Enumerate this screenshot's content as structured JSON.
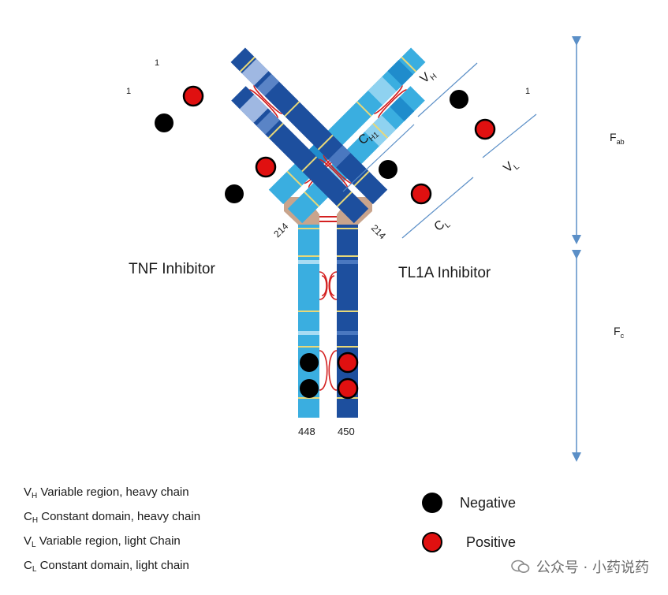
{
  "left_arm_label": "TNF Inhibitor",
  "right_arm_label": "TL1A Inhibitor",
  "residues": {
    "left_light_start": "1",
    "left_heavy_start": "1",
    "left_light_end": "214",
    "right_heavy_start": "1",
    "right_light_end": "214",
    "left_heavy_end": "448",
    "right_heavy_end": "450"
  },
  "region_labels": {
    "vh": {
      "main": "V",
      "sub": "H"
    },
    "ch1": {
      "main": "C",
      "sub": "H1"
    },
    "vl": {
      "main": "V",
      "sub": "L"
    },
    "cl": {
      "main": "C",
      "sub": "L"
    }
  },
  "fragment_labels": {
    "fab": {
      "main": "F",
      "sub": "ab"
    },
    "fc": {
      "main": "F",
      "sub": "c"
    }
  },
  "definitions": [
    {
      "main": "V",
      "sub": "H",
      "text": " Variable region, heavy chain"
    },
    {
      "main": "C",
      "sub": "H",
      "text": " Constant domain, heavy chain"
    },
    {
      "main": "V",
      "sub": "L",
      "text": " Variable region, light Chain"
    },
    {
      "main": "C",
      "sub": "L",
      "text": " Constant domain, light chain"
    }
  ],
  "charge_legend": {
    "negative": "Negative",
    "positive": "Positive"
  },
  "watermark": "公众号 · 小药说药",
  "colors": {
    "light_blue": "#3aaee0",
    "dark_blue": "#1d4f9e",
    "hinge": "#c9a48c",
    "disulfide": "#d42020",
    "negative": "#000000",
    "positive": "#e01010",
    "arrow": "#5b8fc7"
  }
}
